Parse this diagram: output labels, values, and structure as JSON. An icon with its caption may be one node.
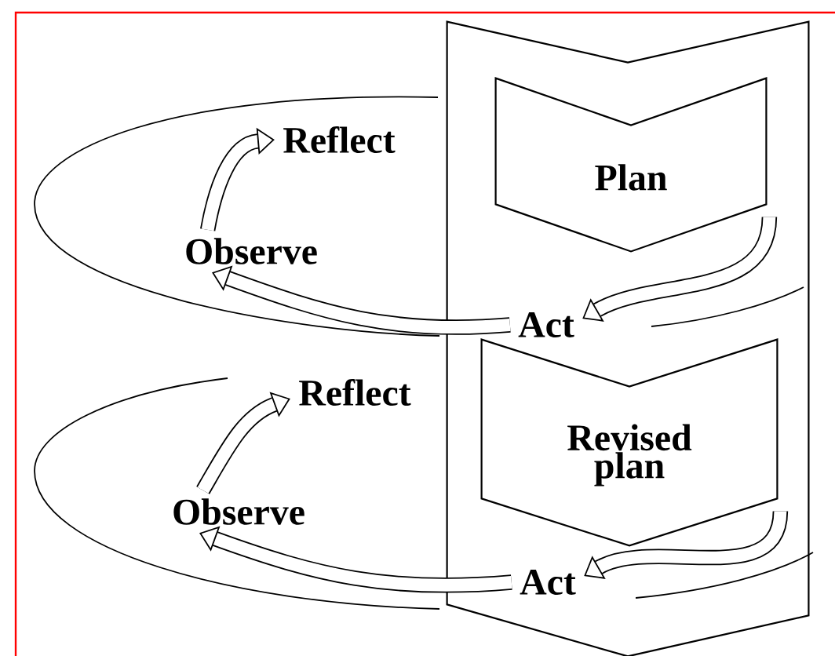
{
  "diagram": {
    "nodes": [
      {
        "text": [],
        "shape": "chevron"
      },
      {
        "text": [
          "Reflect"
        ]
      },
      {
        "text": [
          "Plan"
        ],
        "in": 0
      },
      {
        "text": [
          "Observe"
        ]
      },
      {
        "text": [
          "Act"
        ],
        "in": 0
      },
      {
        "text": [
          "Reflect"
        ]
      },
      {
        "text": [
          "Revised plan"
        ],
        "in": 0
      },
      {
        "text": [
          "Observe"
        ]
      },
      {
        "text": [
          "Act"
        ],
        "in": 0
      }
    ],
    "edges": [
      {
        "from": 2,
        "to": 4,
        "arrow": "to"
      },
      {
        "from": 4,
        "to": 3,
        "arrow": "to"
      },
      {
        "from": 3,
        "to": 1,
        "arrow": "to"
      },
      {
        "from": 6,
        "to": 8,
        "arrow": "to"
      },
      {
        "from": 8,
        "to": 7,
        "arrow": "to"
      },
      {
        "from": 7,
        "to": 5,
        "arrow": "to"
      }
    ]
  }
}
